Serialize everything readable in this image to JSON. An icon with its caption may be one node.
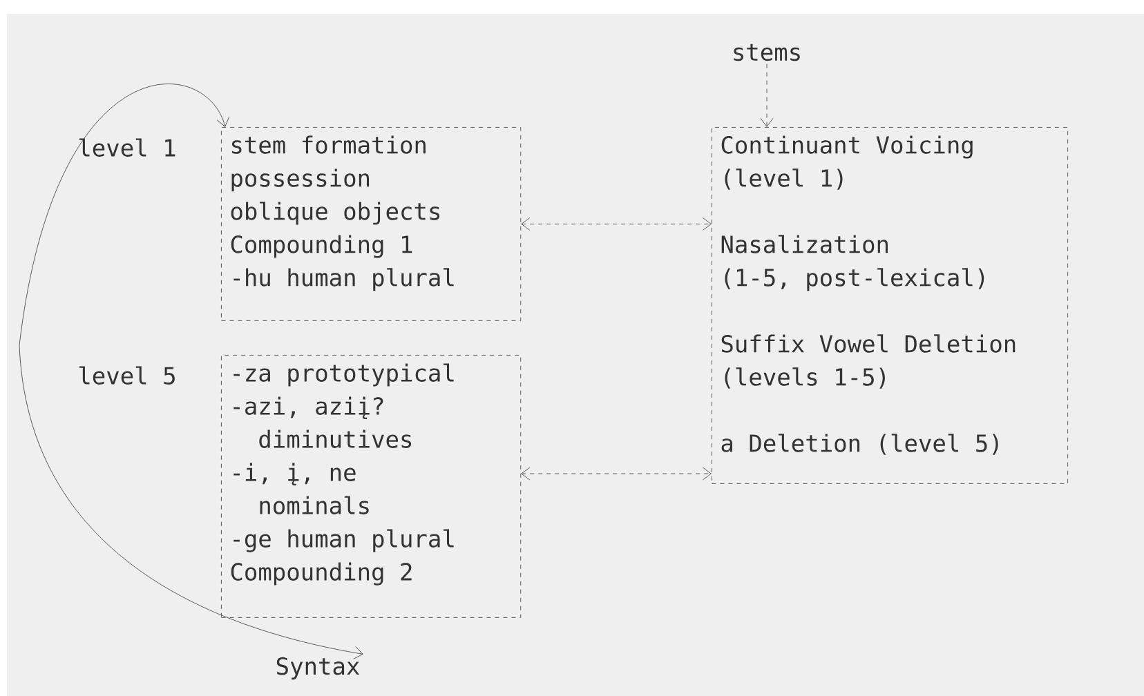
{
  "diagram": {
    "nodes": [
      {
        "text": [
          "stem formation",
          "possession",
          "oblique objects",
          "Compounding 1",
          "-hu human plural"
        ],
        "beside": [
          "level 1"
        ]
      },
      {
        "text": [
          "-za prototypical",
          "-azi, aziį? diminutives",
          "-i, į, ne nominals",
          "-ge human plural",
          "Compounding 2"
        ],
        "beside": [
          "level 5"
        ]
      },
      {
        "text": [
          "Continuant Voicing (level 1)",
          "Nasalization (1-5, post-lexical)",
          "Suffix Vowel Deletion (levels 1-5)",
          "a Deletion (level 5)"
        ]
      },
      {
        "text": [
          "stems"
        ]
      },
      {
        "text": [
          "Syntax"
        ]
      }
    ],
    "edges": [
      {
        "from": 3,
        "to": 2,
        "arrow": "to",
        "style": "dashed"
      },
      {
        "from": 0,
        "to": 2,
        "arrow": "both",
        "style": "dashed"
      },
      {
        "from": 1,
        "to": 2,
        "arrow": "both",
        "style": "dashed"
      },
      {
        "from": 0,
        "to": 4,
        "arrow": "both"
      }
    ]
  }
}
